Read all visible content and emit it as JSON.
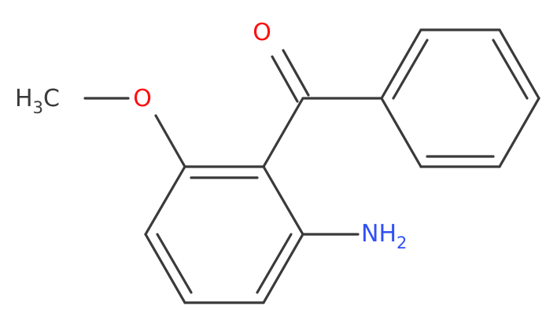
{
  "molecule": {
    "atoms": {
      "carbonyl_oxygen": {
        "symbol": "O",
        "color": "#ff0d0d"
      },
      "methoxy_oxygen": {
        "symbol": "O",
        "color": "#ff0d0d"
      },
      "methyl": {
        "main": "H",
        "sub": "3",
        "tail": "C",
        "color": "#3a3a3a"
      },
      "amine": {
        "main": "NH",
        "sub": "2",
        "color": "#3050f8"
      }
    },
    "bond_color": "#3a3a3a"
  }
}
